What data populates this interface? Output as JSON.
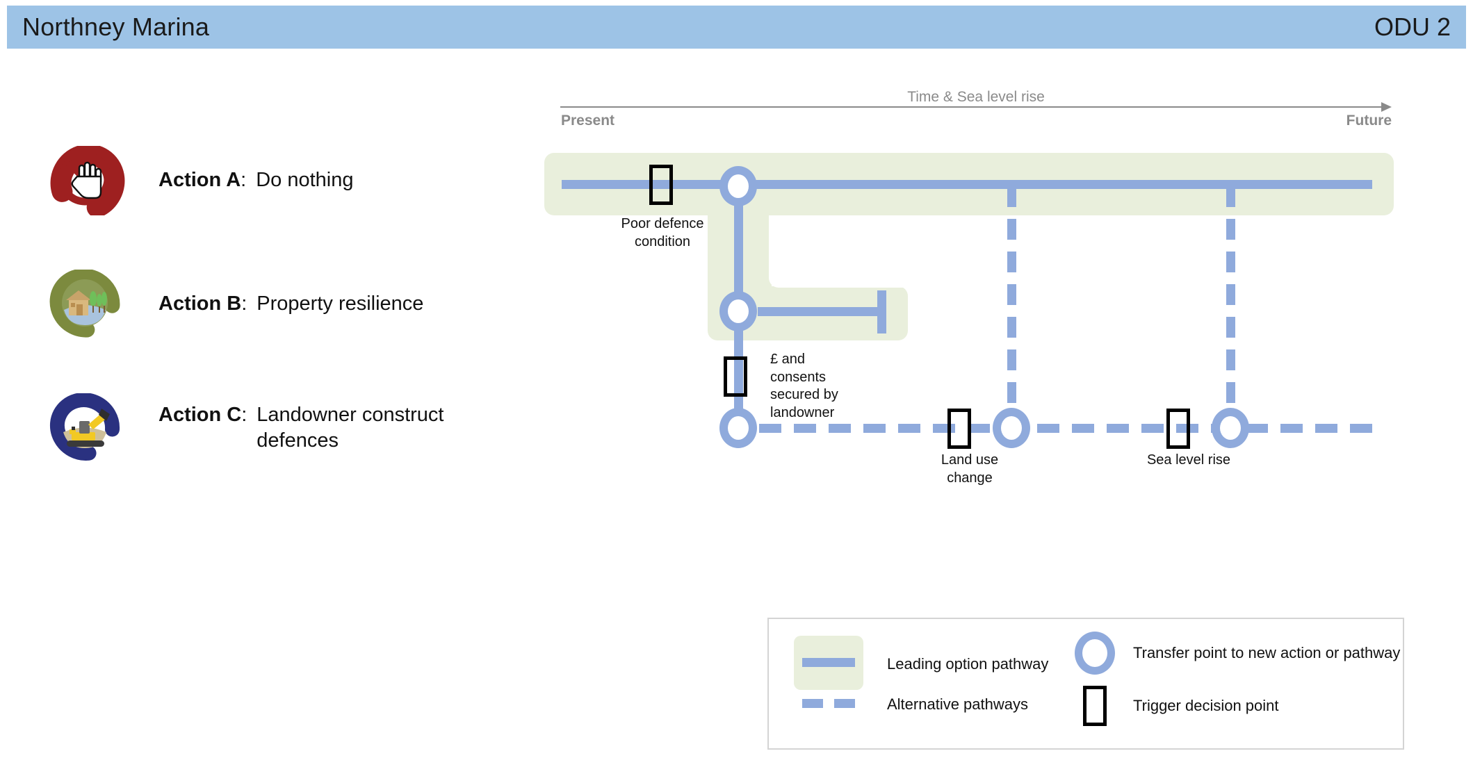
{
  "header": {
    "title": "Northney Marina",
    "right_label": "ODU 2"
  },
  "actions": [
    {
      "label": "Action A",
      "colon": ":",
      "description": "Do nothing",
      "icon": "no-entry-hand-icon"
    },
    {
      "label": "Action B",
      "colon": ":",
      "description": "Property resilience",
      "icon": "house-landscape-icon"
    },
    {
      "label": "Action C",
      "colon": ":",
      "description": "Landowner construct defences",
      "icon": "excavator-icon"
    }
  ],
  "timeline": {
    "caption": "Time & Sea level rise",
    "start_label": "Present",
    "end_label": "Future"
  },
  "diagram": {
    "labels": {
      "poor_defence": "Poor defence condition",
      "money_consents": "£ and consents secured by landowner",
      "land_use_change": "Land use change",
      "sea_level_rise": "Sea level rise"
    }
  },
  "legend": {
    "items": [
      {
        "label": "Leading option pathway",
        "symbol": "solid-band-line"
      },
      {
        "label": "Alternative pathways",
        "symbol": "dashed-line"
      },
      {
        "label": "Transfer point to new action or pathway",
        "symbol": "circle-node"
      },
      {
        "label": "Trigger decision point",
        "symbol": "rectangle-trigger"
      }
    ]
  },
  "colors": {
    "header_blue": "#9DC3E6",
    "pathway_blue": "#8FAADC",
    "band_green": "#E9EFDC",
    "trigger_black": "#000000",
    "axis_grey": "#8A8A8A"
  }
}
